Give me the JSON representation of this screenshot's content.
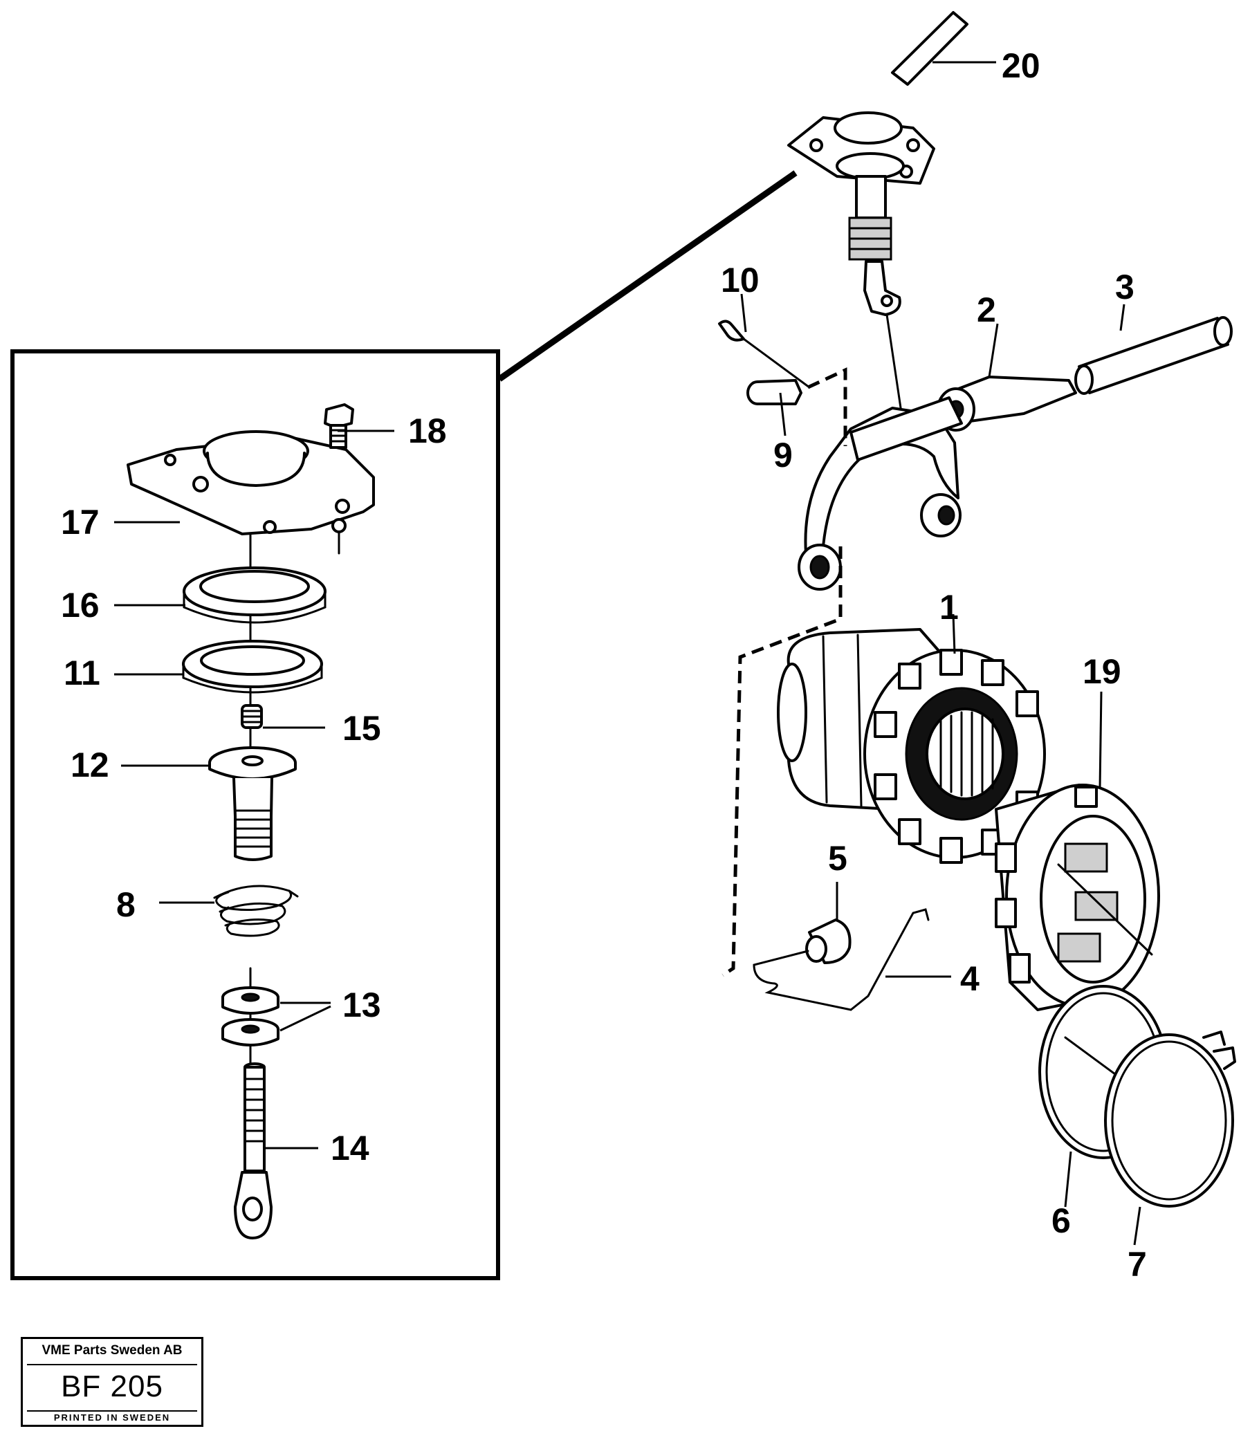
{
  "callouts": {
    "c1": "1",
    "c2": "2",
    "c3": "3",
    "c4": "4",
    "c5": "5",
    "c6": "6",
    "c7": "7",
    "c8": "8",
    "c9": "9",
    "c10": "10",
    "c11": "11",
    "c12": "12",
    "c13": "13",
    "c14": "14",
    "c15": "15",
    "c16": "16",
    "c17": "17",
    "c18": "18",
    "c19": "19",
    "c20": "20"
  },
  "stamp": {
    "company": "VME Parts Sweden AB",
    "code": "BF 205",
    "printed": "PRINTED IN SWEDEN"
  }
}
